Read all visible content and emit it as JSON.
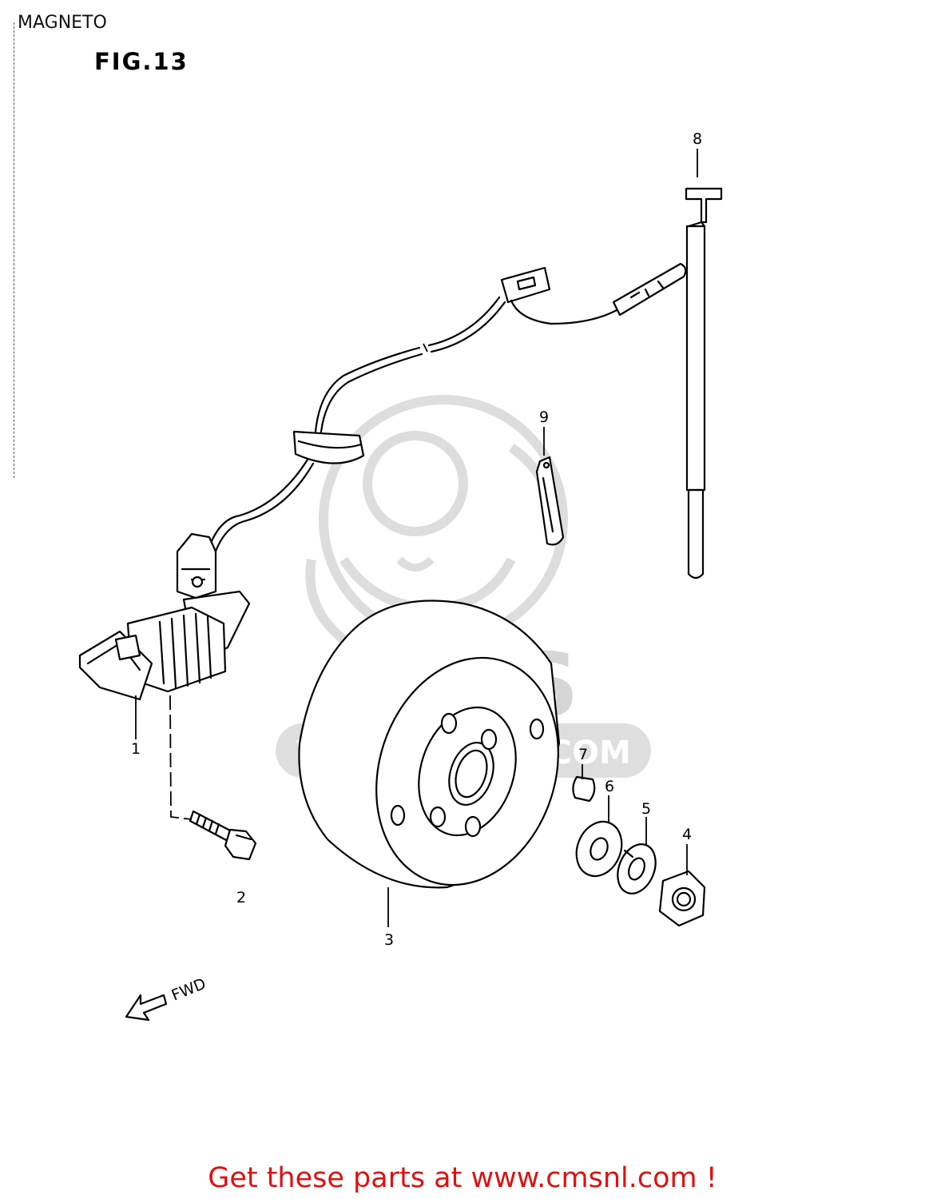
{
  "section_title": "MAGNETO",
  "figure_title": "FIG.13",
  "callouts": [
    {
      "id": "1",
      "label": "1"
    },
    {
      "id": "2",
      "label": "2"
    },
    {
      "id": "3",
      "label": "3"
    },
    {
      "id": "4",
      "label": "4"
    },
    {
      "id": "5",
      "label": "5"
    },
    {
      "id": "6",
      "label": "6"
    },
    {
      "id": "7",
      "label": "7"
    },
    {
      "id": "8",
      "label": "8"
    },
    {
      "id": "9",
      "label": "9"
    }
  ],
  "direction_label": "FWD",
  "watermark": {
    "logo_text": "CMS",
    "url_text": "WWW.CMSNL.COM",
    "color": "#d8d8d8"
  },
  "footer_link": "Get these parts at www.cmsnl.com !",
  "colors": {
    "line": "#000000",
    "footer": "#dd1111",
    "background": "#ffffff"
  }
}
